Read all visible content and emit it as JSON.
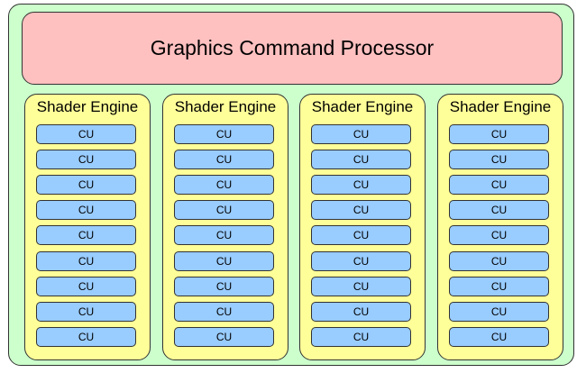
{
  "diagram": {
    "command_processor": {
      "label": "Graphics Command Processor"
    },
    "shader_engines": [
      {
        "label": "Shader Engine",
        "cus": [
          "CU",
          "CU",
          "CU",
          "CU",
          "CU",
          "CU",
          "CU",
          "CU",
          "CU"
        ]
      },
      {
        "label": "Shader Engine",
        "cus": [
          "CU",
          "CU",
          "CU",
          "CU",
          "CU",
          "CU",
          "CU",
          "CU",
          "CU"
        ]
      },
      {
        "label": "Shader Engine",
        "cus": [
          "CU",
          "CU",
          "CU",
          "CU",
          "CU",
          "CU",
          "CU",
          "CU",
          "CU"
        ]
      },
      {
        "label": "Shader Engine",
        "cus": [
          "CU",
          "CU",
          "CU",
          "CU",
          "CU",
          "CU",
          "CU",
          "CU",
          "CU"
        ]
      }
    ]
  },
  "colors": {
    "outer_fill": "#ccffcc",
    "command_processor_fill": "#ffc0c0",
    "shader_engine_fill": "#ffff99",
    "cu_fill": "#99ccff",
    "stroke": "#333333"
  }
}
